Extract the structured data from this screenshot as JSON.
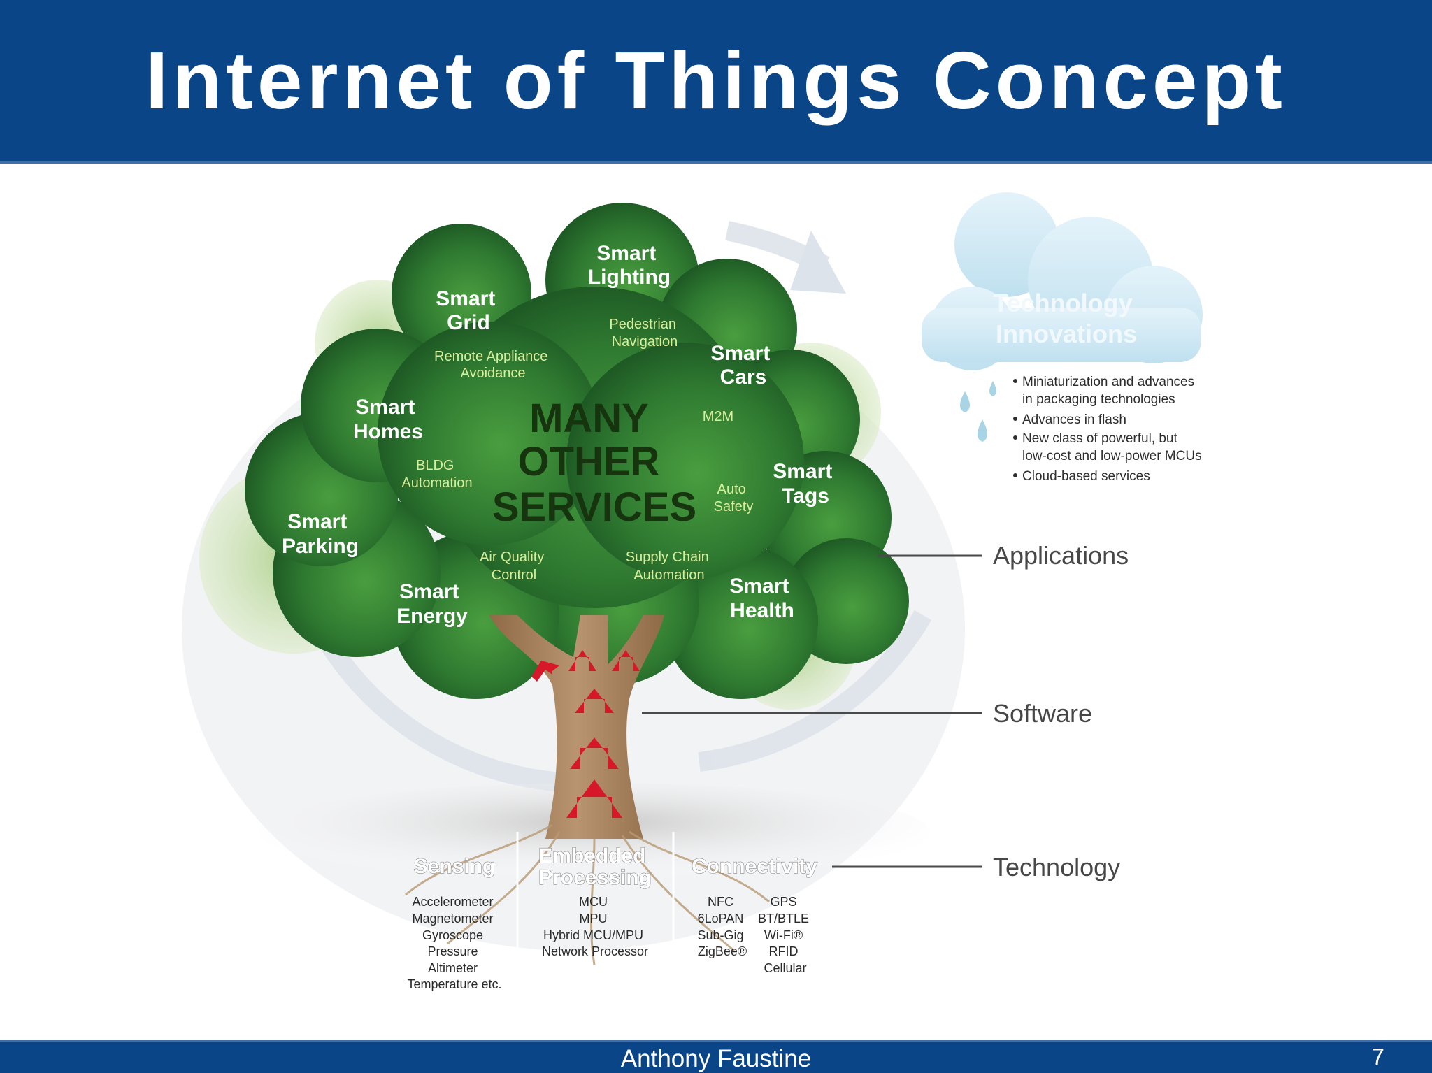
{
  "slide": {
    "title": "Internet of Things Concept",
    "footer_author": "Anthony Faustine",
    "page_number": "7"
  },
  "tree": {
    "center_lines": [
      "MANY",
      "OTHER",
      "SERVICES"
    ],
    "smart_labels": [
      [
        "Smart",
        "Lighting"
      ],
      [
        "Smart",
        "Grid"
      ],
      [
        "Smart",
        "Cars"
      ],
      [
        "Smart",
        "Homes"
      ],
      [
        "Smart",
        "Tags"
      ],
      [
        "Smart",
        "Parking"
      ],
      [
        "Smart",
        "Energy"
      ],
      [
        "Smart",
        "Health"
      ]
    ],
    "small_labels": [
      [
        "Pedestrian",
        "Navigation"
      ],
      [
        "Remote Appliance",
        "Avoidance"
      ],
      [
        "M2M"
      ],
      [
        "BLDG",
        "Automation"
      ],
      [
        "Auto",
        "Safety"
      ],
      [
        "Air Quality",
        "Control"
      ],
      [
        "Supply Chain",
        "Automation"
      ]
    ]
  },
  "cloud": {
    "title_lines": [
      "Technology",
      "Innovations"
    ],
    "bullets": [
      [
        "Miniaturization and advances",
        "in packaging technologies"
      ],
      [
        "Advances in flash"
      ],
      [
        "New class of powerful, but",
        "low-cost and low-power MCUs"
      ],
      [
        "Cloud-based services"
      ]
    ]
  },
  "layers": {
    "applications": "Applications",
    "software": "Software",
    "technology": "Technology"
  },
  "roots": {
    "sensing": {
      "title": "Sensing",
      "items": [
        "Accelerometer",
        "Magnetometer",
        "Gyroscope",
        "Pressure",
        "Altimeter",
        "Temperature etc."
      ]
    },
    "embedded": {
      "title_lines": [
        "Embedded",
        "Processing"
      ],
      "items": [
        "MCU",
        "MPU",
        "Hybrid MCU/MPU",
        "Network Processor"
      ]
    },
    "connectivity": {
      "title": "Connectivity",
      "col1": [
        "NFC",
        "6LoPAN",
        "Sub-Gig",
        "ZigBee®"
      ],
      "col2": [
        "GPS",
        "BT/BTLE",
        "Wi-Fi®",
        "RFID",
        "Cellular"
      ]
    }
  },
  "colors": {
    "header_blue": "#0a4587",
    "foliage_dark": "#1f5e26",
    "foliage_mid": "#3d8f3a",
    "arrow_red": "#d7182a",
    "trunk": "#a5805a",
    "cloud": "#cfe8f4"
  }
}
